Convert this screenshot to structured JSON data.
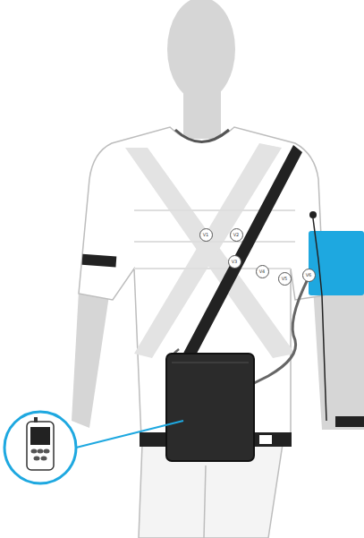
{
  "diagram": {
    "nodes": [
      {
        "text": [
          "V1"
        ]
      },
      {
        "text": [
          "V2"
        ]
      },
      {
        "text": [
          "V3"
        ]
      },
      {
        "text": [
          "V4"
        ]
      },
      {
        "text": [
          "V5"
        ]
      },
      {
        "text": [
          "V6"
        ]
      }
    ]
  }
}
